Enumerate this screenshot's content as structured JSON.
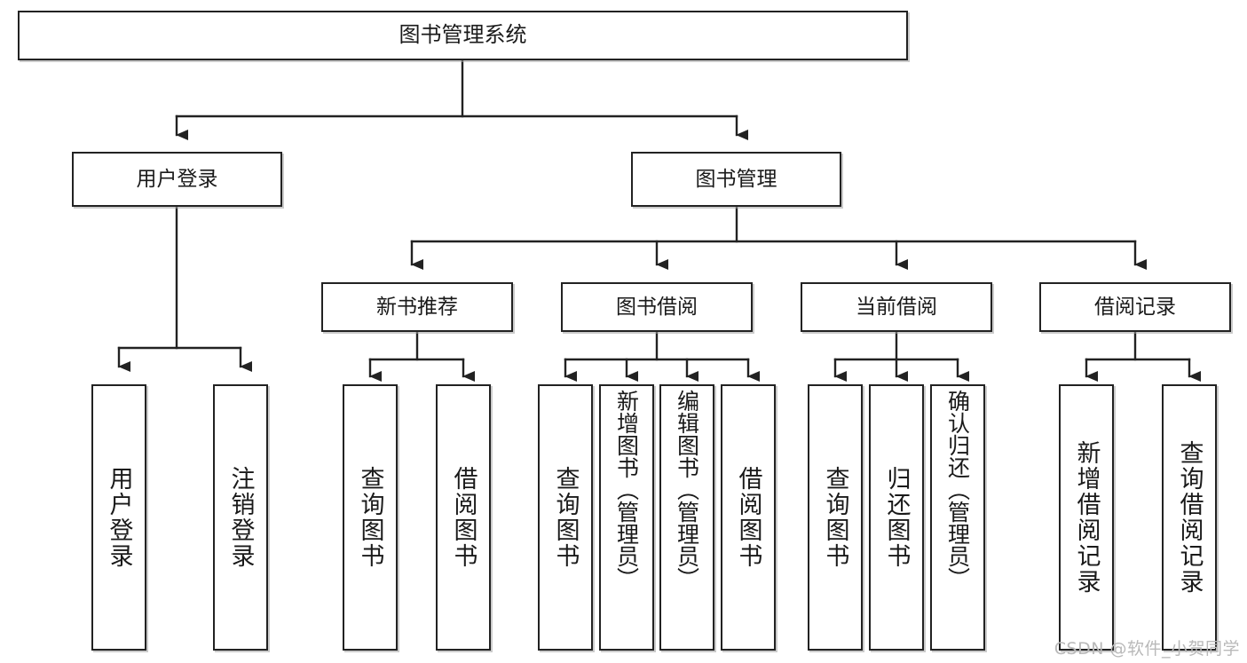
{
  "diagram": {
    "title": "图书管理系统",
    "type": "tree",
    "colors": {
      "node_border": "#222222",
      "node_fill": "#ffffff",
      "edge": "#222222",
      "text": "#1a1a1a",
      "watermark": "#b9b9b9",
      "background": "#ffffff"
    },
    "nodes": {
      "root": {
        "label": "图书管理系统"
      },
      "level2": [
        {
          "id": "user-login",
          "label": "用户登录"
        },
        {
          "id": "book-manage",
          "label": "图书管理"
        }
      ],
      "level3": [
        {
          "id": "new-book-recommend",
          "label": "新书推荐"
        },
        {
          "id": "book-borrow",
          "label": "图书借阅"
        },
        {
          "id": "current-borrow",
          "label": "当前借阅"
        },
        {
          "id": "borrow-record",
          "label": "借阅记录"
        }
      ],
      "leaves": {
        "user-login": [
          {
            "id": "leaf-user-login",
            "label": "用户登录"
          },
          {
            "id": "leaf-logout-login",
            "label": "注销登录"
          }
        ],
        "new-book-recommend": [
          {
            "id": "leaf-query-book-1",
            "label": "查询图书"
          },
          {
            "id": "leaf-borrow-book-1",
            "label": "借阅图书"
          }
        ],
        "book-borrow": [
          {
            "id": "leaf-query-book-2",
            "label": "查询图书"
          },
          {
            "id": "leaf-add-book",
            "label": "新增图书（管理员）"
          },
          {
            "id": "leaf-edit-book",
            "label": "编辑图书（管理员）"
          },
          {
            "id": "leaf-borrow-book-2",
            "label": "借阅图书"
          }
        ],
        "current-borrow": [
          {
            "id": "leaf-query-book-3",
            "label": "查询图书"
          },
          {
            "id": "leaf-return-book",
            "label": "归还图书"
          },
          {
            "id": "leaf-confirm-return",
            "label": "确认归还（管理员）"
          }
        ],
        "borrow-record": [
          {
            "id": "leaf-add-record",
            "label": "新增借阅记录"
          },
          {
            "id": "leaf-query-record",
            "label": "查询借阅记录"
          }
        ]
      }
    },
    "watermark": "CSDN @软件_小贺同学"
  }
}
